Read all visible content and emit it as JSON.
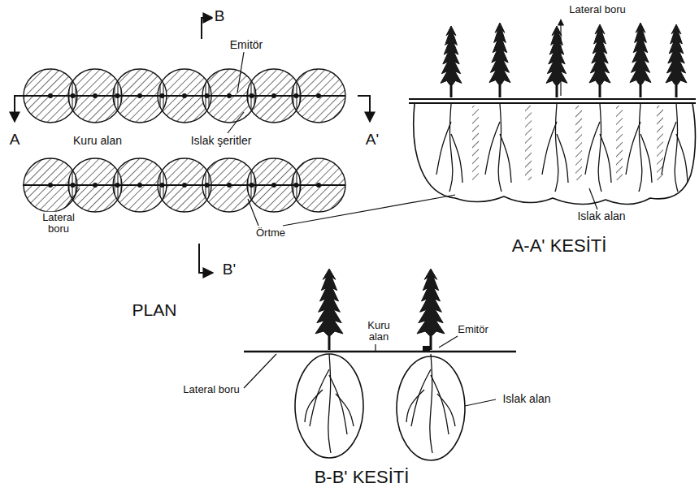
{
  "diagram": {
    "labels": [
      "B",
      "Emitör",
      "A",
      "A'",
      "Kuru alan",
      "Islak şeritler",
      "Lateral boru",
      "Örtme",
      "B'",
      "PLAN",
      "Lateral boru",
      "Islak alan",
      "A-A' KESİTİ",
      "Kuru alan",
      "Emitör",
      "Lateral boru",
      "Islak alan",
      "B-B' KESİTİ"
    ]
  }
}
